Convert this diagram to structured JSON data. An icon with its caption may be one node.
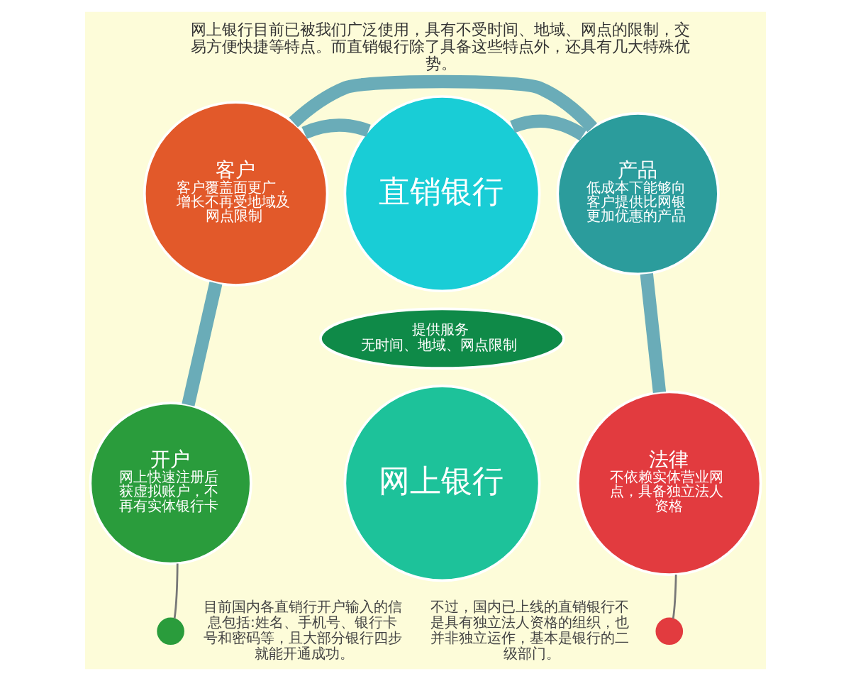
{
  "diagram": {
    "nodes": [
      {
        "text": [
          "客户",
          "客户覆盖面更广，增长不再受地域及网点限制"
        ]
      },
      {
        "text": [
          "产品",
          "低成本下能够向客户提供比网银更加优惠的产品"
        ]
      },
      {
        "text": [
          "直销银行"
        ]
      },
      {
        "text": [
          "提供服务",
          "无时间、地域、网点限制"
        ]
      },
      {
        "text": [
          "网上银行"
        ]
      },
      {
        "text": [
          "开户",
          "网上快速注册后获虚拟账户，不再有实体银行卡"
        ]
      },
      {
        "text": [
          "法律",
          "不依赖实体营业网点，具备独立法人资格"
        ]
      },
      {
        "text": [],
        "shape": "circle",
        "beside": [
          "目前国内各直销行开户输入的信息包括:姓名、手机号、银行卡号和密码等，且大部分银行四步就能开通成功。"
        ]
      },
      {
        "text": [],
        "shape": "circle",
        "beside": [
          "不过，国内已上线的直销银行不是具有独立法人资格的组织，也并非独立运作，基本是银行的二级部门。"
        ]
      }
    ],
    "edges": [
      {
        "from": 0,
        "to": 5,
        "arrow": "none"
      },
      {
        "from": 0,
        "to": 2,
        "arrow": "none"
      },
      {
        "from": 0,
        "to": 1,
        "arrow": "none"
      },
      {
        "from": 2,
        "to": 1,
        "arrow": "none"
      },
      {
        "from": 1,
        "to": 6,
        "arrow": "none"
      },
      {
        "from": 5,
        "to": 7,
        "arrow": "none",
        "color": "#777777"
      },
      {
        "from": 6,
        "to": 8,
        "arrow": "none",
        "color": "#777777"
      }
    ],
    "labels": [
      "网上银行目前已被我们广泛使用，具有不受时间、地域、网点的限制，交易方便快捷等特点。而直销银行除了具备这些特点外，还具有几大特殊优势。"
    ]
  }
}
